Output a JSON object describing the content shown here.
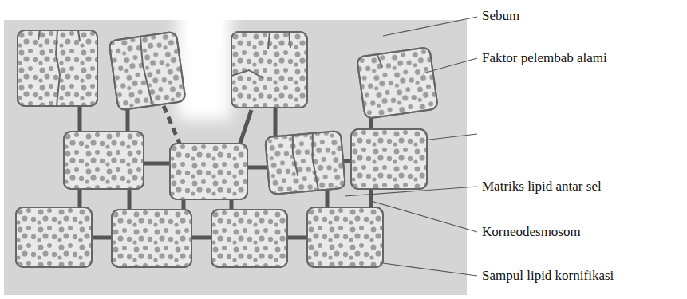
{
  "diagram": {
    "labels": [
      "Sebum",
      "Faktor pelembab alami",
      "Matriks lipid antar sel",
      "Korneodesmosom",
      "Sampul lipid kornifikasi"
    ]
  }
}
